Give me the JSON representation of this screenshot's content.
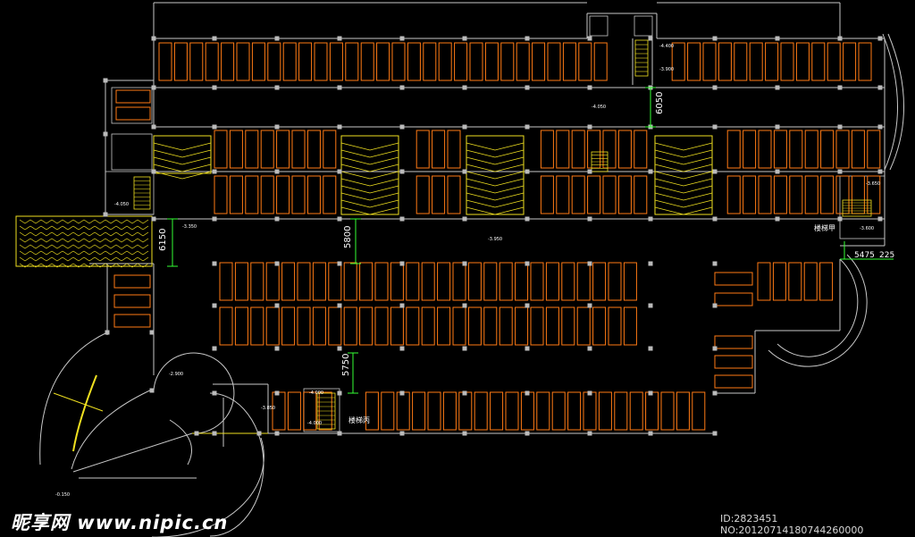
{
  "drawing": {
    "colors": {
      "background": "#000000",
      "wall": "#c8c8c8",
      "parking_stall": "#ff7a14",
      "ramp_hatch": "#f0e020",
      "dimension": "#33ff33",
      "annotation": "#ffffff",
      "column": "#bbbbbb"
    },
    "dimensions": {
      "dim_6050": "6050",
      "dim_5800": "5800",
      "dim_6150": "6150",
      "dim_5750": "5750",
      "dim_5475": "5475",
      "dim_225": "225"
    },
    "labels": {
      "stair_right": "楼梯甲",
      "stair_bottom": "楼梯丙"
    },
    "elevations": {
      "elev_top_a": "-4.400",
      "elev_top_b": "-3.900",
      "elev_mid": "-4.050",
      "elev_left": "-3.350",
      "elev_center": "-3.950",
      "elev_right": "-3.650",
      "elev_right_b": "-3.600",
      "elev_left_small": "-4.050",
      "elev_curve": "-2.900",
      "elev_bottom": "-3.850",
      "elev_stair_b": "-4.000",
      "elev_stair_c": "-4.000",
      "elev_lower_left": "-0.150"
    }
  },
  "watermark": {
    "brand": "昵享网 www.nipic.cn",
    "id_text": "ID:2823451 NO:20120714180744260000"
  }
}
